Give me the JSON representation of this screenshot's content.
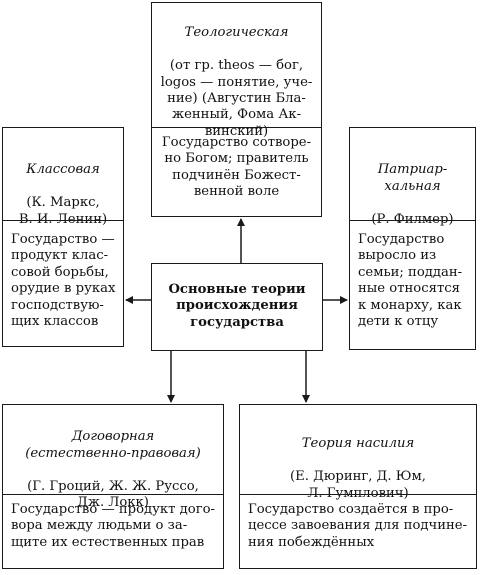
{
  "center": {
    "title": "Основные теории\nпроисхождения\nгосударства"
  },
  "theories": {
    "theological": {
      "name": "Теологическая",
      "authors": "(от гр. theos — бог,\nlogos — понятие, уче-\nние) (Августин Бла-\nженный, Фома Ак-\nвинский)",
      "description": "Государство сотворе-\nно Богом; правитель\nподчинён Божест-\nвенной воле"
    },
    "class": {
      "name": "Классовая",
      "authors": "(К. Маркс,\nВ. И. Ленин)",
      "description": "Государство —\nпродукт клас-\nсовой борьбы,\nорудие в руках\nгосподствую-\nщих классов"
    },
    "patriarchal": {
      "name": "Патриар-\nхальная",
      "authors": "(Р. Филмер)",
      "description": "Государство\nвыросло из\nсемьи; поддан-\nные относятся\nк монарху, как\nдети к отцу"
    },
    "contractual": {
      "name": "Договорная\n(естественно-правовая)",
      "authors": "(Г. Гроций, Ж. Ж. Руссо,\nДж. Локк)",
      "description": "Государство — продукт дого-\nвора между людьми о за-\nщите их естественных прав"
    },
    "violence": {
      "name": "Теория насилия",
      "authors": "(Е. Дюринг, Д. Юм,\nЛ. Гумплович)",
      "description": "Государство создаётся в про-\nцессе завоевания для подчине-\nния побеждённых"
    }
  }
}
